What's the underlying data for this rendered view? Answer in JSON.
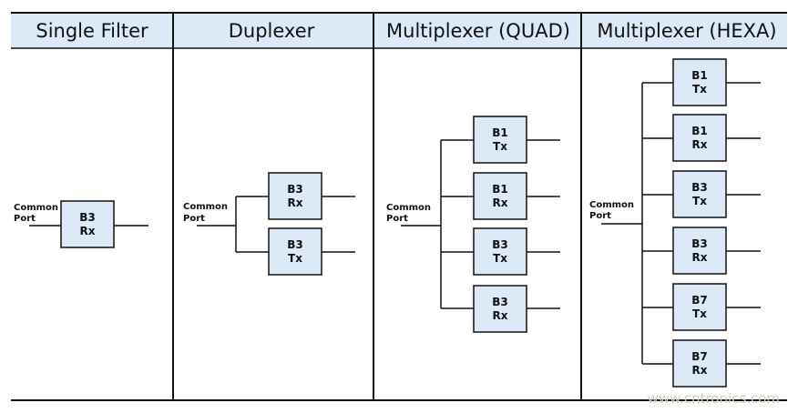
{
  "columns": [
    {
      "title": "Single Filter",
      "port": [
        "Common",
        "Port"
      ],
      "filters": [
        {
          "band": "B3",
          "dir": "Rx"
        }
      ]
    },
    {
      "title": "Duplexer",
      "port": [
        "Common",
        "Port"
      ],
      "filters": [
        {
          "band": "B3",
          "dir": "Rx"
        },
        {
          "band": "B3",
          "dir": "Tx"
        }
      ]
    },
    {
      "title": "Multiplexer (QUAD)",
      "port": [
        "Common",
        "Port"
      ],
      "filters": [
        {
          "band": "B1",
          "dir": "Tx"
        },
        {
          "band": "B1",
          "dir": "Rx"
        },
        {
          "band": "B3",
          "dir": "Tx"
        },
        {
          "band": "B3",
          "dir": "Rx"
        }
      ]
    },
    {
      "title": "Multiplexer (HEXA)",
      "port": [
        "Common",
        "Port"
      ],
      "filters": [
        {
          "band": "B1",
          "dir": "Tx"
        },
        {
          "band": "B1",
          "dir": "Rx"
        },
        {
          "band": "B3",
          "dir": "Tx"
        },
        {
          "band": "B3",
          "dir": "Rx"
        },
        {
          "band": "B7",
          "dir": "Tx"
        },
        {
          "band": "B7",
          "dir": "Rx"
        }
      ]
    }
  ],
  "watermark": "www.cntronics.com",
  "colors": {
    "header_bg": "#dce9f6",
    "box_bg": "#dce9f6",
    "line": "#111111",
    "watermark": "#c9d6c2"
  }
}
